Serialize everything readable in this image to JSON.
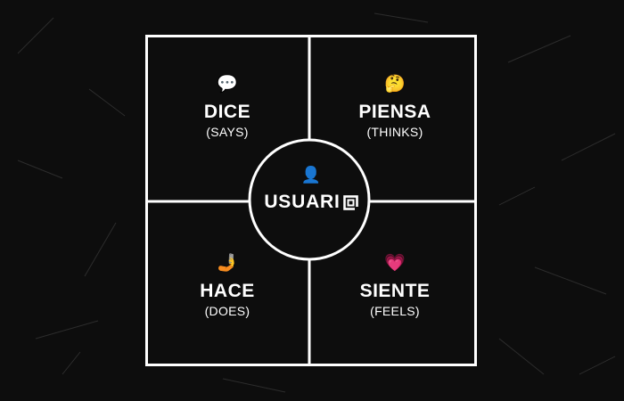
{
  "colors": {
    "background": "#0d0d0d",
    "lines": "#ffffff",
    "text": "#ffffff"
  },
  "quadrants": {
    "top_left": {
      "icon": "speech-bubble-icon",
      "glyph": "💬",
      "title": "DICE",
      "subtitle": "(SAYS)"
    },
    "top_right": {
      "icon": "thinking-face-icon",
      "glyph": "🤔",
      "title": "PIENSA",
      "subtitle": "(THINKS)"
    },
    "bottom_left": {
      "icon": "mobile-phone-hand-icon",
      "glyph": "🤳",
      "title": "HACE",
      "subtitle": "(DOES)"
    },
    "bottom_right": {
      "icon": "sparkling-heart-icon",
      "glyph": "💗",
      "title": "SIENTE",
      "subtitle": "(FEELS)"
    }
  },
  "center": {
    "icon": "user-silhouette-icon",
    "glyph": "👤",
    "title": "USUARI"
  }
}
